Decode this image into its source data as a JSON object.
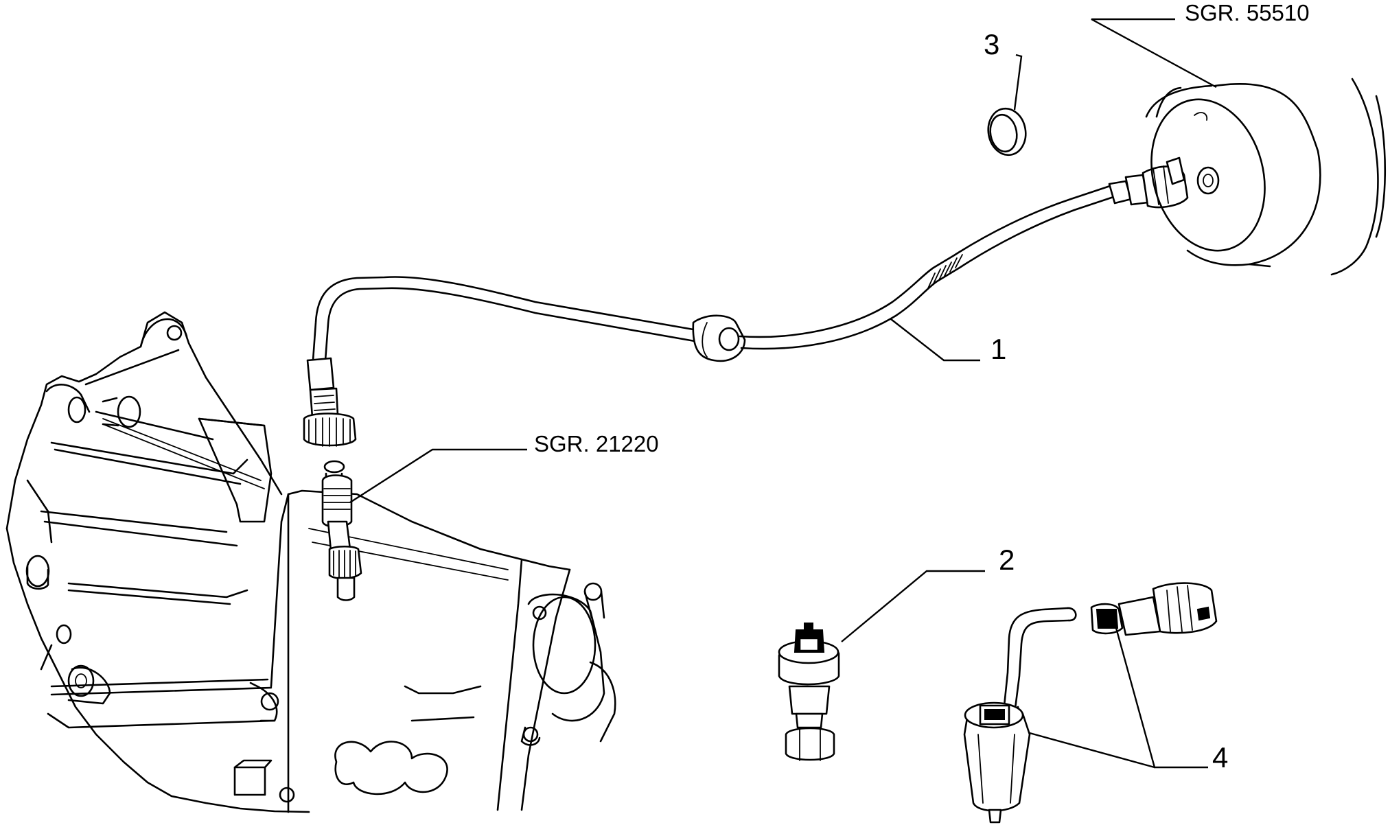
{
  "callouts": {
    "part1": "1",
    "part2": "2",
    "part3": "3",
    "part4": "4"
  },
  "references": {
    "speedometer_group": "SGR. 55510",
    "gearbox_group": "SGR. 21220"
  },
  "parts": [
    {
      "id": "1",
      "name": "speedometer-cable"
    },
    {
      "id": "2",
      "name": "speed-sensor"
    },
    {
      "id": "3",
      "name": "cap"
    },
    {
      "id": "4",
      "name": "sensor-with-wiring"
    }
  ],
  "colors": {
    "line": "#000000",
    "background": "#ffffff"
  }
}
